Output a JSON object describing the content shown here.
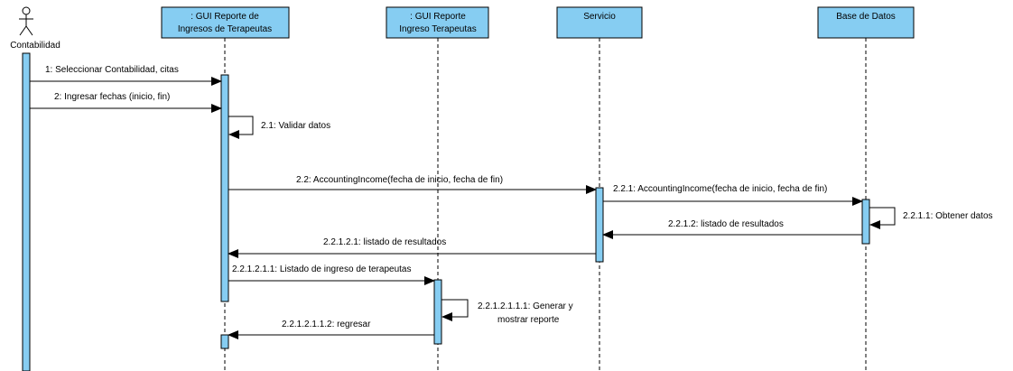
{
  "diagram": {
    "type": "sequence",
    "colors": {
      "box_fill": "#86cdf2",
      "line": "#000000",
      "background": "#ffffff"
    },
    "actor": {
      "name": "Contabilidad",
      "icon": "stick-figure-icon"
    },
    "lifelines": [
      {
        "id": "gui-reporte",
        "lines": [
          ": GUI Reporte de",
          "Ingresos de Terapeutas"
        ]
      },
      {
        "id": "gui-ingreso",
        "lines": [
          ": GUI Reporte",
          "Ingreso Terapeutas"
        ]
      },
      {
        "id": "servicio",
        "lines": [
          "Servicio"
        ]
      },
      {
        "id": "base-datos",
        "lines": [
          "Base de Datos"
        ]
      }
    ],
    "messages": [
      {
        "id": "m1",
        "label": "1: Seleccionar Contabilidad, citas",
        "from": "Contabilidad",
        "to": ": GUI Reporte de Ingresos de Terapeutas",
        "kind": "sync"
      },
      {
        "id": "m2",
        "label": "2: Ingresar fechas (inicio, fin)",
        "from": "Contabilidad",
        "to": ": GUI Reporte de Ingresos de Terapeutas",
        "kind": "sync"
      },
      {
        "id": "m3",
        "label": "2.1: Validar datos",
        "from": ": GUI Reporte de Ingresos de Terapeutas",
        "to": ": GUI Reporte de Ingresos de Terapeutas",
        "kind": "self"
      },
      {
        "id": "m4",
        "label": "2.2: AccountingIncome(fecha de inicio, fecha de fin)",
        "from": ": GUI Reporte de Ingresos de Terapeutas",
        "to": "Servicio",
        "kind": "sync"
      },
      {
        "id": "m5",
        "label": "2.2.1: AccountingIncome(fecha de inicio, fecha de fin)",
        "from": "Servicio",
        "to": "Base de Datos",
        "kind": "sync"
      },
      {
        "id": "m6",
        "label": "2.2.1.1: Obtener datos",
        "from": "Base de Datos",
        "to": "Base de Datos",
        "kind": "self"
      },
      {
        "id": "m7",
        "label": "2.2.1.2: listado de resultados",
        "from": "Base de Datos",
        "to": "Servicio",
        "kind": "return"
      },
      {
        "id": "m8",
        "label": "2.2.1.2.1: listado de resultados",
        "from": "Servicio",
        "to": ": GUI Reporte de Ingresos de Terapeutas",
        "kind": "return"
      },
      {
        "id": "m9",
        "label": "2.2.1.2.1.1: Listado de ingreso de terapeutas",
        "from": ": GUI Reporte de Ingresos de Terapeutas",
        "to": ": GUI Reporte Ingreso Terapeutas",
        "kind": "sync"
      },
      {
        "id": "m10",
        "label_lines": [
          "2.2.1.2.1.1.1:  Generar y",
          "mostrar reporte"
        ],
        "from": ": GUI Reporte Ingreso Terapeutas",
        "to": ": GUI Reporte Ingreso Terapeutas",
        "kind": "self"
      },
      {
        "id": "m11",
        "label": "2.2.1.2.1.1.2: regresar",
        "from": ": GUI Reporte Ingreso Terapeutas",
        "to": ": GUI Reporte de Ingresos de Terapeutas",
        "kind": "return"
      }
    ]
  }
}
